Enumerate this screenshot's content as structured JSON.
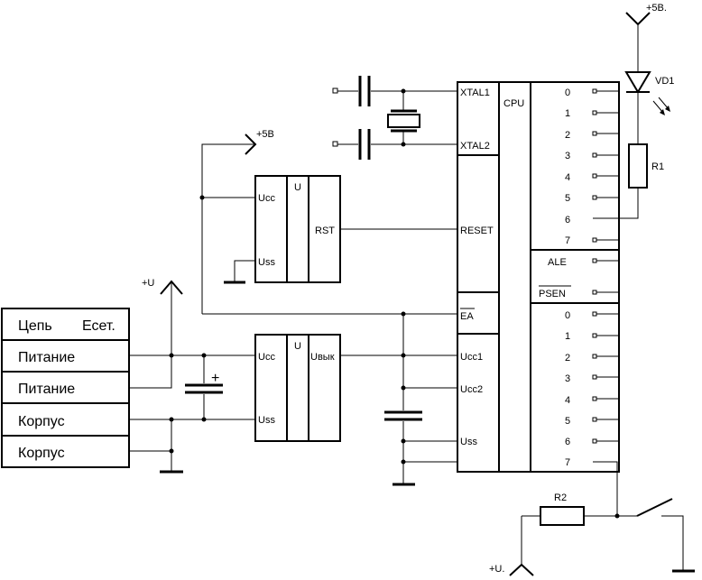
{
  "connector_table": {
    "header_left": "Цепь",
    "header_right": "Есет.",
    "rows": [
      "Питание",
      "Питание",
      "Корпус",
      "Корпус"
    ]
  },
  "cpu": {
    "title": "CPU",
    "left_pins": [
      "XTAL1",
      "XTAL2",
      "RESET",
      "EA",
      "Ucc1",
      "Ucc2",
      "Uss"
    ],
    "port0_pins": [
      "0",
      "1",
      "2",
      "3",
      "4",
      "5",
      "6",
      "7"
    ],
    "control_pins": [
      "ALE",
      "PSEN"
    ],
    "port1_pins": [
      "0",
      "1",
      "2",
      "3",
      "4",
      "5",
      "6",
      "7"
    ]
  },
  "reset_chip": {
    "title": "U",
    "pin_ucc": "Ucc",
    "pin_uss": "Uss",
    "pin_rst": "RST"
  },
  "regulator_chip": {
    "title": "U",
    "pin_ucc": "Ucc",
    "pin_uss": "Uss",
    "pin_out": "Uвык"
  },
  "power_labels": {
    "plus5v_top": "+5В.",
    "plus5v_reset": "+5В",
    "plus_u": "+U",
    "plus_u_bottom": "+U."
  },
  "components": {
    "led": "VD1",
    "r1": "R1",
    "r2": "R2",
    "cap_polarity": "+"
  }
}
